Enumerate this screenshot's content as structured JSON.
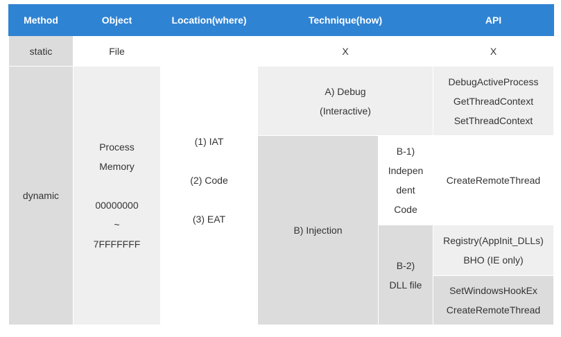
{
  "headers": [
    "Method",
    "Object",
    "Location(where)",
    "Technique(how)",
    "API"
  ],
  "method": {
    "static": "static",
    "dynamic": "dynamic"
  },
  "object": {
    "file": "File",
    "process_line1": "Process",
    "process_line2": "Memory",
    "range_start": "00000000",
    "range_sep": "~",
    "range_end": "7FFFFFFF"
  },
  "location": {
    "l1": "(1) IAT",
    "l2": "(2) Code",
    "l3": "(3) EAT"
  },
  "technique": {
    "static": "X",
    "debug_line1": "A) Debug",
    "debug_line2": "(Interactive)",
    "injection": "B) Injection",
    "b1": [
      "B-1)",
      "Indepen",
      "dent",
      "Code"
    ],
    "b2": [
      "B-2)",
      "DLL file"
    ]
  },
  "api": {
    "static": "X",
    "debug": [
      "DebugActiveProcess",
      "GetThreadContext",
      "SetThreadContext"
    ],
    "b1": "CreateRemoteThread",
    "b2a": [
      "Registry(AppInit_DLLs)",
      "BHO (IE only)"
    ],
    "b2b": [
      "SetWindowsHookEx",
      "CreateRemoteThread"
    ]
  }
}
